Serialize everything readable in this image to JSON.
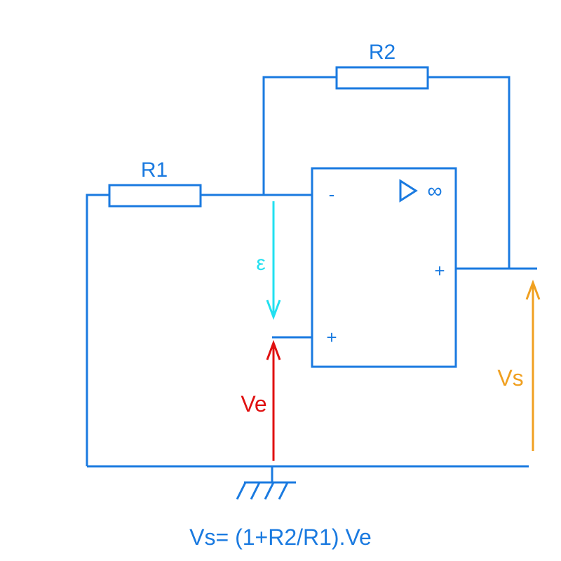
{
  "colors": {
    "circuit": "#1a7ae0",
    "epsilon": "#22e0f0",
    "input": "#e01010",
    "output": "#f0a020"
  },
  "components": {
    "r1_label": "R1",
    "r2_label": "R2",
    "opamp_symbol": "∞",
    "inverting_sign": "-",
    "noninverting_sign": "+",
    "output_sign": "+"
  },
  "voltages": {
    "epsilon_label": "ε",
    "input_label": "Ve",
    "output_label": "Vs"
  },
  "formula": "Vs= (1+R2/R1).Ve"
}
